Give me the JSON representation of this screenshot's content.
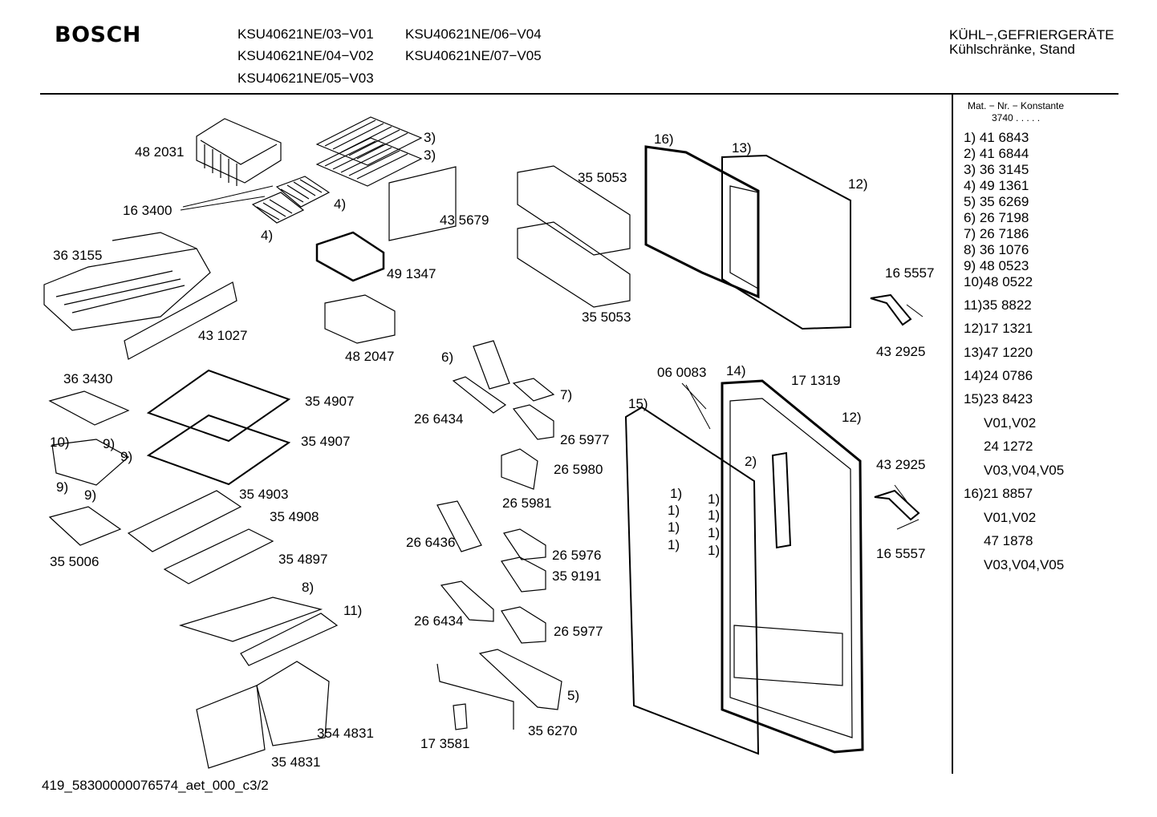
{
  "header": {
    "brand": "BOSCH",
    "models": [
      "KSU40621NE/03−V01",
      "KSU40621NE/06−V04",
      "KSU40621NE/04−V02",
      "KSU40621NE/07−V05",
      "KSU40621NE/05−V03"
    ],
    "category_line1": "KÜHL−,GEFRIERGERÄTE",
    "category_line2": "Kühlschränke, Stand"
  },
  "sidebar": {
    "mat_header": "Mat. − Nr. − Konstante",
    "mat_value": "3740  .  .  .  .  .",
    "parts": [
      "1)  41 6843",
      "2)  41 6844",
      "3)  36 3145",
      "4)  49 1361",
      "5)  35 6269",
      "6)  26 7198",
      "7)  26 7186",
      "8)  36 1076",
      "9)  48 0523",
      "10)48 0522",
      "11)35 8822",
      "12)17 1321",
      "13)47 1220",
      "14)24 0786",
      "15)23 8423",
      "V01,V02",
      "24 1272",
      "V03,V04,V05",
      "16)21 8857",
      "V01,V02",
      "47 1878",
      "V03,V04,V05"
    ]
  },
  "diagram_labels": [
    "48 2031",
    "3)",
    "3)",
    "16 3400",
    "4)",
    "4)",
    "43 5679",
    "36 3155",
    "49 1347",
    "43 1027",
    "48 2047",
    "35 5053",
    "35 5053",
    "16)",
    "13)",
    "12)",
    "16 5557",
    "43 2925",
    "36 3430",
    "35 4907",
    "35 4907",
    "10)",
    "9)",
    "9)",
    "9)",
    "9)",
    "35 5006",
    "35 4903",
    "35 4908",
    "35 4897",
    "8)",
    "11)",
    "354 4831",
    "35 4831",
    "6)",
    "7)",
    "26 6434",
    "26 5977",
    "26 5980",
    "26 5981",
    "26 6436",
    "26 5976",
    "35 9191",
    "26 6434",
    "26 5977",
    "5)",
    "35 6270",
    "17 3581",
    "06 0083",
    "14)",
    "17 1319",
    "15)",
    "12)",
    "2)",
    "43 2925",
    "16 5557",
    "1)",
    "1)",
    "1)",
    "1)",
    "1)",
    "1)",
    "1)",
    "1)"
  ],
  "footer": "419_58300000076574_aet_000_c3/2"
}
